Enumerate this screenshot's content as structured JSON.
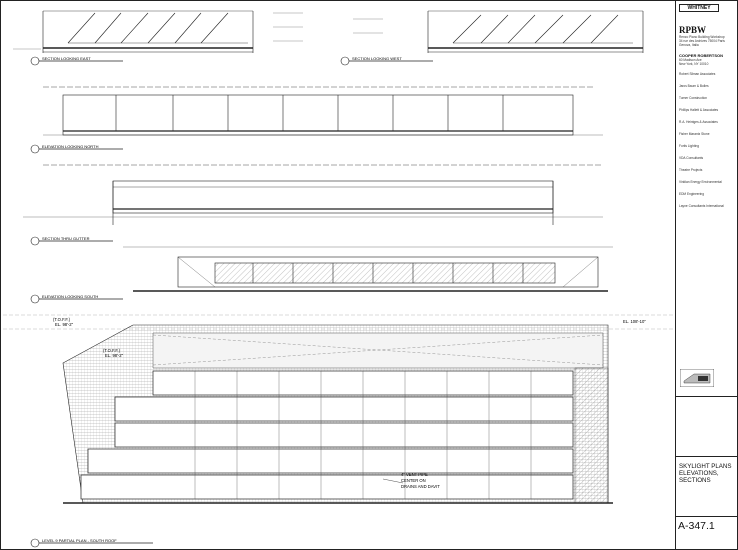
{
  "titleblock": {
    "logo": "WHITNEY",
    "architect_big": "RPBW",
    "architect_lines": [
      "Renzo Piano Building Workshop",
      "34 rue des Archives 75004 Paris",
      "Genova, Italia"
    ],
    "exec_architect": "COOPER ROBERTSON",
    "exec_lines": [
      "60 Madison Ave",
      "New York, NY 10010"
    ],
    "consultants": [
      "Robert Silman Associates",
      "Jaros Baum & Bolles",
      "Turner Construction",
      "Phillips Hallett & Associates",
      "R.A. Heintges & Associates",
      "Fisher Marantz Stone",
      "Fortis Lighting",
      "VDA Consultants",
      "Theatre Projects",
      "Viridian Energy Environmental",
      "EDM Engineering",
      "Layne Consultants International"
    ],
    "sheet_title": [
      "SKYLIGHT PLANS",
      "ELEVATIONS,",
      "SECTIONS"
    ],
    "sheet_number": "A-347.1"
  },
  "drawing": {
    "views": [
      {
        "id": "35",
        "title": "SECTION LOOKING EAST"
      },
      {
        "id": "36",
        "title": "SECTION LOOKING WEST"
      },
      {
        "id": "25",
        "title": "ELEVATION LOOKING NORTH"
      },
      {
        "id": "26",
        "title": "SECTION THRU GUTTER"
      },
      {
        "id": "27",
        "title": "ELEVATION LOOKING SOUTH"
      },
      {
        "id": "28",
        "title": "LEVEL 9 PARTIAL PLAN - SOUTH ROOF"
      }
    ],
    "elevation_marks": [
      "(T.O.F.F.)",
      "EL. 98'-2\"",
      "(T.O.F.F.)",
      "EL. 98'-2\"",
      "EL. 108'-10\""
    ],
    "callout": [
      "4\" VENT PIPE",
      "CENTER ON",
      "DRAINS AND DAVIT"
    ]
  }
}
